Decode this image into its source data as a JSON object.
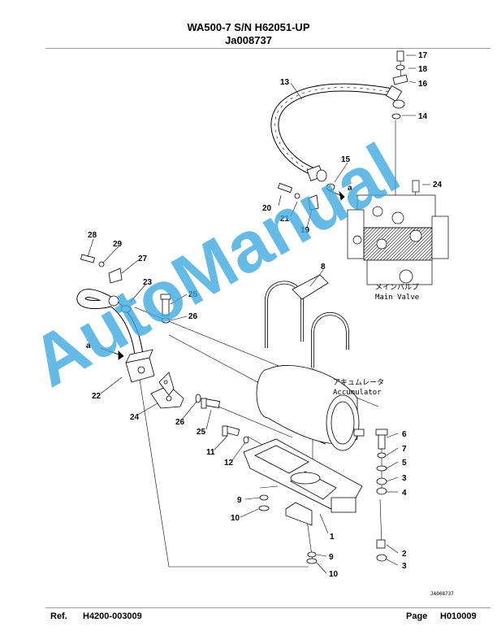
{
  "header": {
    "model": "WA500-7 S/N H62051-UP",
    "code": "Ja008737"
  },
  "footer": {
    "ref_label": "Ref.",
    "ref_value": "H4200-003009",
    "page_label": "Page",
    "page_value": "H010009"
  },
  "watermark": "AutoManual",
  "labels": {
    "main_valve_jp": "メインバルブ",
    "main_valve_en": "Main Valve",
    "accumulator_jp": "アキュムレータ",
    "accumulator_en": "Accumulator",
    "drawing_id": "JA008737",
    "arrow_a1": "a",
    "arrow_a2": "a"
  },
  "callouts": {
    "c17": "17",
    "c18": "18",
    "c16": "16",
    "c13": "13",
    "c14": "14",
    "c15": "15",
    "c24a": "24",
    "c20": "20",
    "c21": "21",
    "c19": "19",
    "c28": "28",
    "c29": "29",
    "c27": "27",
    "c23": "23",
    "c8": "8",
    "c25a": "25",
    "c26a": "26",
    "c22": "22",
    "c24b": "24",
    "c26b": "26",
    "c25b": "25",
    "c11": "11",
    "c12": "12",
    "c6": "6",
    "c7": "7",
    "c5": "5",
    "c3a": "3",
    "c4": "4",
    "c9a": "9",
    "c10a": "10",
    "c1": "1",
    "c2": "2",
    "c3b": "3",
    "c9b": "9",
    "c10b": "10"
  }
}
